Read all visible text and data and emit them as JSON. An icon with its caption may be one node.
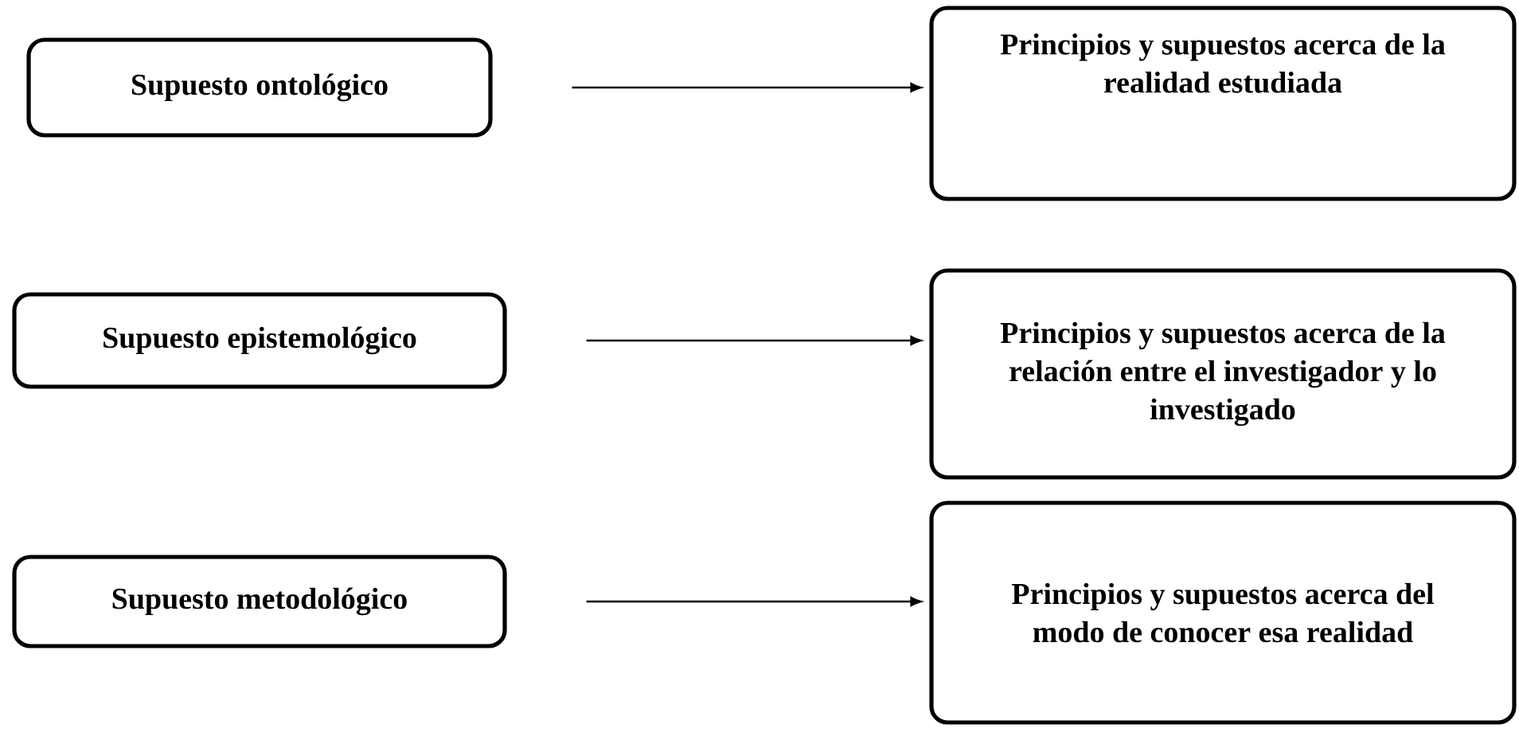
{
  "diagram": {
    "nodes": [
      {
        "text": [
          "Supuesto ontológico"
        ]
      },
      {
        "text": [
          "Principios y supuestos acerca de la realidad estudiada"
        ]
      },
      {
        "text": [
          "Supuesto epistemológico"
        ]
      },
      {
        "text": [
          "Principios y supuestos acerca de la relación entre el investigador y lo investigado"
        ]
      },
      {
        "text": [
          "Supuesto metodológico"
        ]
      },
      {
        "text": [
          "Principios y supuestos acerca del modo de conocer esa realidad"
        ]
      }
    ],
    "edges": [
      {
        "from": 0,
        "to": 1,
        "arrow": "to"
      },
      {
        "from": 2,
        "to": 3,
        "arrow": "to"
      },
      {
        "from": 4,
        "to": 5,
        "arrow": "to"
      }
    ]
  }
}
